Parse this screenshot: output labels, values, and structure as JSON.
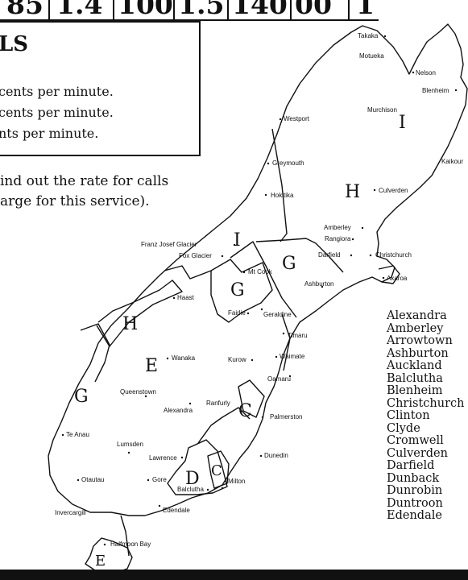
{
  "rate_row": [
    "85",
    "1.4",
    "100",
    "1.5",
    "140",
    "00",
    "1"
  ],
  "info_box": {
    "title": "LS",
    "lines": [
      "cents per minute.",
      "cents per minute.",
      "nts per minute."
    ]
  },
  "note_lines": [
    "ind out the rate for calls",
    "arge for this service)."
  ],
  "zones": [
    "I",
    "H",
    "I",
    "G",
    "G",
    "H",
    "E",
    "G",
    "C",
    "C",
    "D"
  ],
  "towns": {
    "takaka": "Takaka",
    "motueka": "Motueka",
    "nelson": "Nelson",
    "blenheim": "Blenheim",
    "murchison": "Murchison",
    "westport": "Westport",
    "kaikoura": "Kaikour",
    "greymouth": "Greymouth",
    "culverden": "Culverden",
    "hokitika": "Hokitika",
    "amberley": "Amberley",
    "rangiora": "Rangiora",
    "franz_josef": "Franz Josef Glacier",
    "fox_glacier": "Fox Glacier",
    "christchurch": "Christchurch",
    "darfield": "Darfield",
    "mt_cook": "Mt Cook",
    "ashburton": "Ashburton",
    "akaroa": "Akaroa",
    "haast": "Haast",
    "fairlie": "Fairlie",
    "geraldine": "Geraldine",
    "timaru": "Timaru",
    "wanaka": "Wanaka",
    "kurow": "Kurow",
    "waimate": "Waimate",
    "oamaru": "Oamaru",
    "queenstown": "Queenstown",
    "ranfurly": "Ranfurly",
    "alexandra": "Alexandra",
    "palmerston": "Palmerston",
    "te_anau": "Te Anau",
    "lumsden": "Lumsden",
    "lawrence": "Lawrence",
    "dunedin": "Dunedin",
    "otautau": "Otautau",
    "gore": "Gore",
    "milton": "Milton",
    "balclutha": "Balclutha",
    "invercargill": "Invercargill",
    "edendale": "Edendale",
    "halfmoon_bay": "Halfmoon Bay"
  },
  "stewart_zone": "E",
  "town_list": [
    "Alexandra",
    "Amberley",
    "Arrowtown",
    "Ashburton",
    "Auckland",
    "Balclutha",
    "Blenheim",
    "Christchurch",
    "Clinton",
    "Clyde",
    "Cromwell",
    "Culverden",
    "Darfield",
    "Dunback",
    "Dunrobin",
    "Duntroon",
    "Edendale"
  ]
}
